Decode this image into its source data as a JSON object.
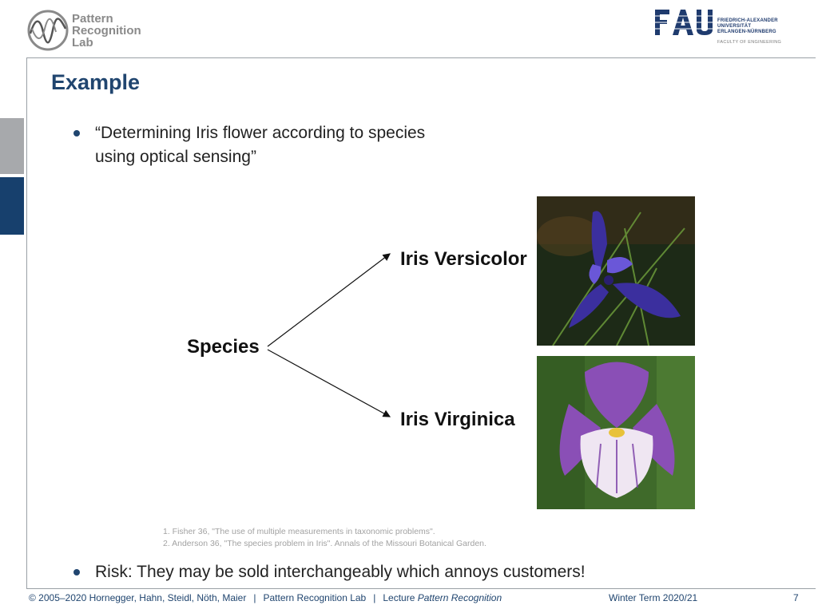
{
  "header": {
    "lab_logo_lines": [
      "Pattern",
      "Recognition",
      "Lab"
    ],
    "university_logo_letters": "FAU",
    "university_name_lines": [
      "FRIEDRICH-ALEXANDER",
      "UNIVERSITÄT",
      "ERLANGEN-NÜRNBERG"
    ],
    "faculty": "FACULTY OF ENGINEERING"
  },
  "slide": {
    "title": "Example",
    "bullets": [
      {
        "text_line1": "“Determining Iris flower according to species",
        "text_line2": "using optical sensing”"
      },
      {
        "text": "Risk: They may be sold interchangeably which annoys customers!"
      }
    ],
    "diagram": {
      "root": "Species",
      "children": [
        "Iris Versicolor",
        "Iris Virginica"
      ]
    },
    "photos": [
      {
        "name": "iris-versicolor-photo",
        "colors": {
          "bg": "#1d2a17",
          "petal": "#3b2f9e",
          "accent": "#6a57d8"
        }
      },
      {
        "name": "iris-virginica-photo",
        "colors": {
          "bg": "#3f6a2a",
          "petal": "#8a4fb6",
          "accent": "#efe6f2"
        }
      }
    ],
    "references": [
      "1. Fisher 36, \"The use of multiple measurements in taxonomic problems\".",
      "2. Anderson 36, \"The species problem in Iris\". Annals of the Missouri Botanical Garden."
    ]
  },
  "footer": {
    "copyright": "© 2005–2020 Hornegger, Hahn, Steidl, Nöth, Maier",
    "separator": "|",
    "lab": "Pattern Recognition Lab",
    "lecture_prefix": "Lecture",
    "lecture_name": "Pattern Recognition",
    "term": "Winter Term 2020/21",
    "page": "7"
  },
  "colors": {
    "accent": "#20456f",
    "sidebar_dark": "#17406d",
    "sidebar_light": "#a7a9ac"
  }
}
